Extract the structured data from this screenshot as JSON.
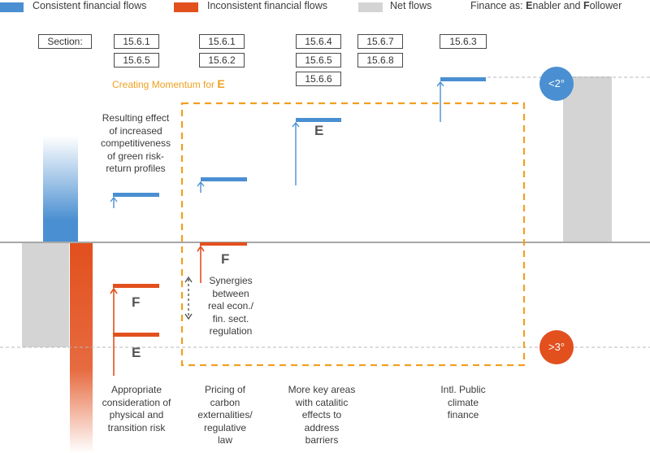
{
  "colors": {
    "consistent": "#4a8fd1",
    "inconsistent": "#e2501e",
    "net": "#d4d4d4",
    "momentum": "#f0a020",
    "text": "#3c3c3c"
  },
  "legend": {
    "consistent": "Consistent financial flows",
    "inconsistent": "Inconsistent financial flows",
    "net": "Net flows",
    "finance_prefix": "Finance as: ",
    "enabler_initial": "E",
    "enabler_rest": "nabler and ",
    "follower_initial": "F",
    "follower_rest": "ollower"
  },
  "sections": {
    "label": "Section:",
    "col1": [
      "15.6.1",
      "15.6.5"
    ],
    "col2": [
      "15.6.1",
      "15.6.2"
    ],
    "col3": [
      "15.6.4",
      "15.6.5",
      "15.6.6"
    ],
    "col4": [
      "15.6.7",
      "15.6.8"
    ],
    "col5": [
      "15.6.3"
    ]
  },
  "momentum": {
    "text": "Creating Momentum for ",
    "letter": "E"
  },
  "labels": {
    "competitiveness": [
      "Resulting effect",
      "of increased",
      "competitiveness",
      "of green risk-",
      "return profiles"
    ],
    "synergies": [
      "Synergies",
      "between",
      "real econ./",
      "fin. sect.",
      "regulation"
    ],
    "appropriate": [
      "Appropriate",
      "consideration of",
      "physical and",
      "transition risk"
    ],
    "pricing": [
      "Pricing of",
      "carbon",
      "externalities/",
      "regulative",
      "law"
    ],
    "key_areas": [
      "More key areas",
      "with catalitic",
      "effects to",
      "address",
      "barriers"
    ],
    "public": [
      "Intl. Public",
      "climate",
      "finance"
    ]
  },
  "letters": {
    "e_key_areas": "E",
    "f_synergies": "F",
    "f_appropriate": "F",
    "e_appropriate": "E"
  },
  "targets": {
    "below2": "<2°",
    "above3": ">3°"
  }
}
